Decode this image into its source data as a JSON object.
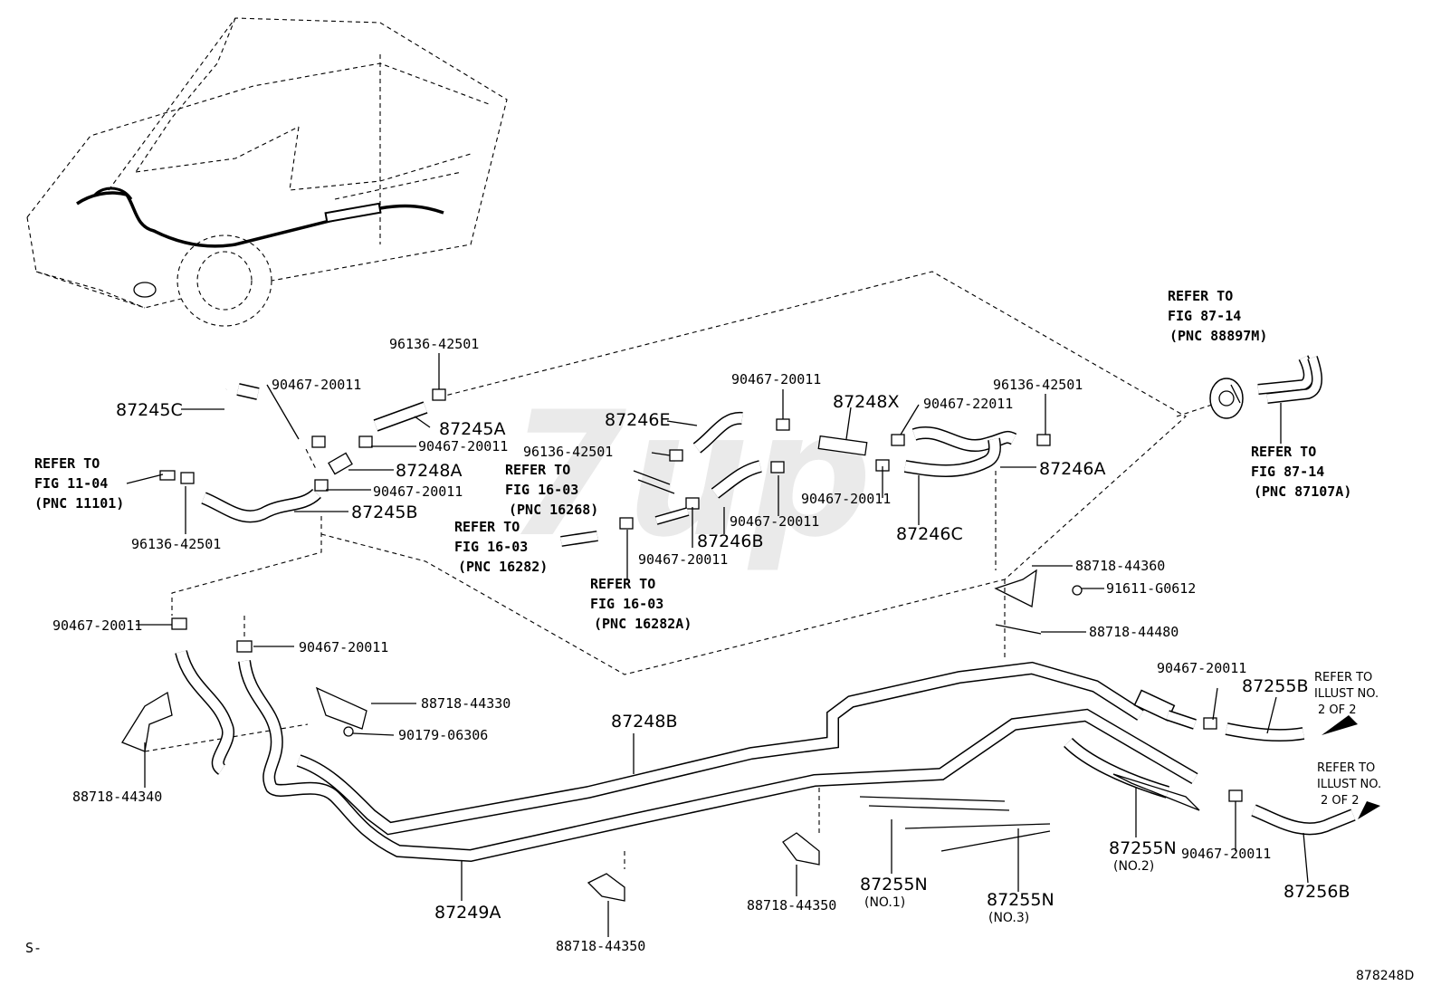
{
  "watermark": "7up",
  "footer": {
    "left": "S-",
    "right": "878248D"
  },
  "parts": {
    "p87245C": "87245C",
    "p87245A": "87245A",
    "p87245B": "87245B",
    "p87248A": "87248A",
    "p87246E": "87246E",
    "p87248X": "87248X",
    "p87246A": "87246A",
    "p87246B": "87246B",
    "p87246C": "87246C",
    "p87248B": "87248B",
    "p87249A": "87249A",
    "p87255B": "87255B",
    "p87256B": "87256B",
    "p87255N_1": "87255N",
    "p87255N_2": "87255N",
    "p87255N_3": "87255N",
    "no1": "(NO.1)",
    "no2": "(NO.2)",
    "no3": "(NO.3)",
    "c96136_a": "96136-42501",
    "c96136_b": "96136-42501",
    "c96136_c": "96136-42501",
    "c96136_d": "96136-42501",
    "c90467_a": "90467-20011",
    "c90467_b": "90467-20011",
    "c90467_c": "90467-20011",
    "c90467_d": "90467-20011",
    "c90467_e": "90467-20011",
    "c90467_f": "90467-20011",
    "c90467_g": "90467-20011",
    "c90467_h": "90467-20011",
    "c90467_i": "90467-20011",
    "c90467_j": "90467-20011",
    "c90467_k": "90467-20011",
    "c90467_22": "90467-22011",
    "b88718_44360": "88718-44360",
    "b91611": "91611-G0612",
    "b88718_44480": "88718-44480",
    "b88718_44330": "88718-44330",
    "b90179": "90179-06306",
    "b88718_44340": "88718-44340",
    "b88718_44350a": "88718-44350",
    "b88718_44350b": "88718-44350"
  },
  "refs": {
    "r1": {
      "l1": "REFER TO",
      "l2": "FIG 11-04",
      "l3": "(PNC 11101)"
    },
    "r2": {
      "l1": "REFER TO",
      "l2": "FIG 16-03",
      "l3": "(PNC 16268)"
    },
    "r3": {
      "l1": "REFER TO",
      "l2": "FIG 16-03",
      "l3": "(PNC 16282)"
    },
    "r4": {
      "l1": "REFER TO",
      "l2": "FIG 16-03",
      "l3": "(PNC 16282A)"
    },
    "r5": {
      "l1": "REFER TO",
      "l2": "FIG 87-14",
      "l3": "(PNC 88897M)"
    },
    "r6": {
      "l1": "REFER TO",
      "l2": "FIG 87-14",
      "l3": "(PNC 87107A)"
    },
    "r7": {
      "l1": "REFER TO",
      "l2": "ILLUST NO.",
      "l3": "2 OF 2"
    },
    "r8": {
      "l1": "REFER TO",
      "l2": "ILLUST NO.",
      "l3": "2 OF 2"
    }
  }
}
